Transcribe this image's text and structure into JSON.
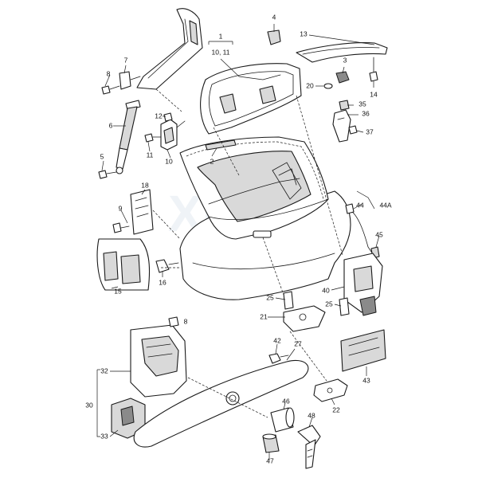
{
  "watermark": "Xpare",
  "callouts": {
    "c1": "1",
    "c1sub": "10, 11",
    "c2": "2",
    "c3": "3",
    "c4": "4",
    "c5": "5",
    "c6": "6",
    "c7": "7",
    "c8a": "8",
    "c8b": "8",
    "c9": "9",
    "c10": "10",
    "c11": "11",
    "c12": "12",
    "c13": "13",
    "c14": "14",
    "c15": "15",
    "c16": "16",
    "c18": "18",
    "c20": "20",
    "c21": "21",
    "c22": "22",
    "c25a": "25",
    "c25b": "25",
    "c27": "27",
    "c30": "30",
    "c32": "32",
    "c33": "33",
    "c35": "35",
    "c36": "36",
    "c37": "37",
    "c40": "40",
    "c42": "42",
    "c43": "43",
    "c44": "44",
    "c44a": "44A",
    "c45": "45",
    "c46": "46",
    "c47": "47",
    "c48": "48"
  }
}
